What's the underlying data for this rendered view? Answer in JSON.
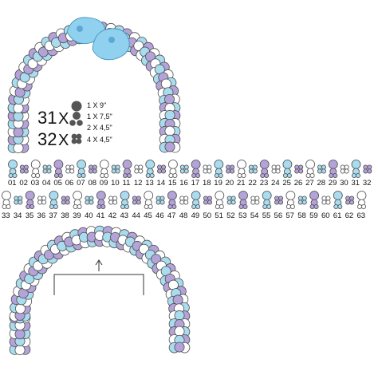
{
  "palette": {
    "white": "#ffffff",
    "light_blue": "#a9dcef",
    "lavender": "#b4a3d8",
    "outline": "#4d4d4d",
    "booties": "#8fd1ee",
    "dark_balloon": "#555555"
  },
  "legend": {
    "entry_31": {
      "count": "31",
      "x": "X",
      "sizes": [
        "1 X 9\"",
        "1 X 7,5\"",
        "2 X 4,5\""
      ]
    },
    "entry_32": {
      "count": "32",
      "x": "X",
      "sizes": [
        "4 X 4,5\""
      ]
    }
  },
  "row1": {
    "labels": [
      "01",
      "02",
      "03",
      "04",
      "05",
      "06",
      "07",
      "08",
      "09",
      "10",
      "11",
      "12",
      "13",
      "14",
      "15",
      "16",
      "17",
      "18",
      "19",
      "20",
      "21",
      "22",
      "23",
      "24",
      "25",
      "26",
      "27",
      "28",
      "29",
      "30",
      "31",
      "32"
    ],
    "colors": [
      "blue",
      "lavender",
      "white",
      "blue",
      "lavender",
      "white",
      "blue",
      "lavender",
      "white",
      "blue",
      "lavender",
      "white",
      "blue",
      "lavender",
      "white",
      "blue",
      "lavender",
      "white",
      "blue",
      "lavender",
      "white",
      "blue",
      "lavender",
      "white",
      "blue",
      "lavender",
      "white",
      "blue",
      "lavender",
      "white",
      "blue",
      "lavender"
    ]
  },
  "row2": {
    "labels": [
      "33",
      "34",
      "35",
      "36",
      "37",
      "38",
      "39",
      "40",
      "41",
      "42",
      "43",
      "44",
      "45",
      "46",
      "47",
      "48",
      "49",
      "50",
      "51",
      "52",
      "53",
      "54",
      "55",
      "56",
      "57",
      "58",
      "59",
      "60",
      "61",
      "62",
      "63"
    ],
    "colors": [
      "white",
      "blue",
      "lavender",
      "white",
      "blue",
      "lavender",
      "white",
      "blue",
      "lavender",
      "white",
      "blue",
      "lavender",
      "white",
      "blue",
      "lavender",
      "white",
      "blue",
      "lavender",
      "white",
      "blue",
      "lavender",
      "white",
      "blue",
      "lavender",
      "white",
      "blue",
      "lavender",
      "white",
      "blue",
      "lavender",
      "white"
    ]
  },
  "icons": {
    "top_arch": "balloon-arch-with-booties",
    "bottom_arch": "balloon-arch-with-frame",
    "arrow": "up-arrow-icon"
  }
}
